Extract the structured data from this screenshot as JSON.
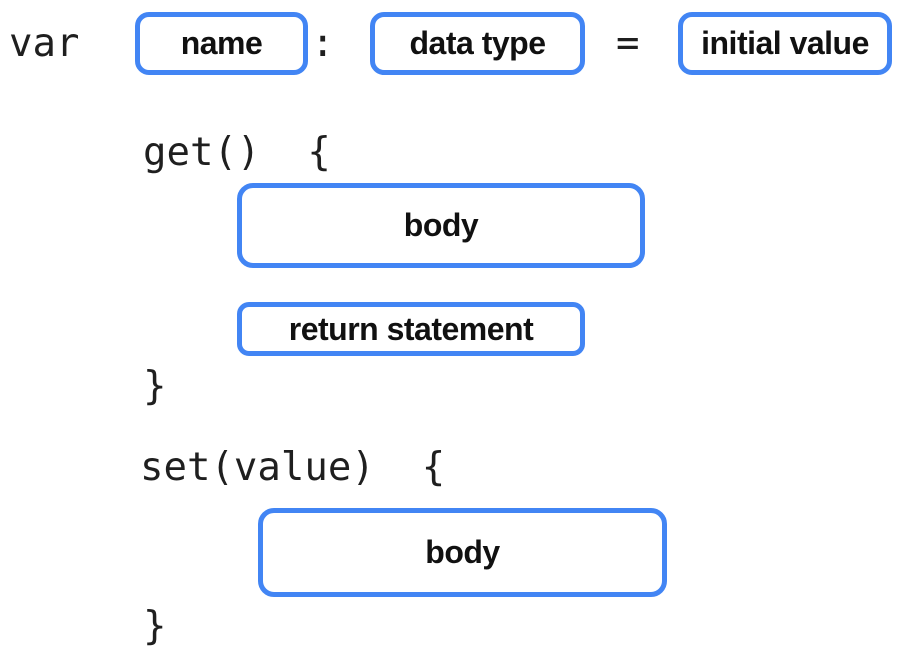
{
  "colors": {
    "accent_blue": "#4285F4",
    "code_text": "#1f1f1f",
    "label_text": "#111111",
    "background": "#ffffff"
  },
  "diagram": {
    "declaration": {
      "keyword": "var",
      "name_placeholder": "name",
      "colon": ":",
      "type_placeholder": "data type",
      "equals": "=",
      "initial_value_placeholder": "initial value"
    },
    "getter": {
      "open": "get()  {",
      "body_placeholder": "body",
      "return_placeholder": "return statement",
      "close": "}"
    },
    "setter": {
      "open": "set(value)  {",
      "body_placeholder": "body",
      "close": "}"
    }
  }
}
